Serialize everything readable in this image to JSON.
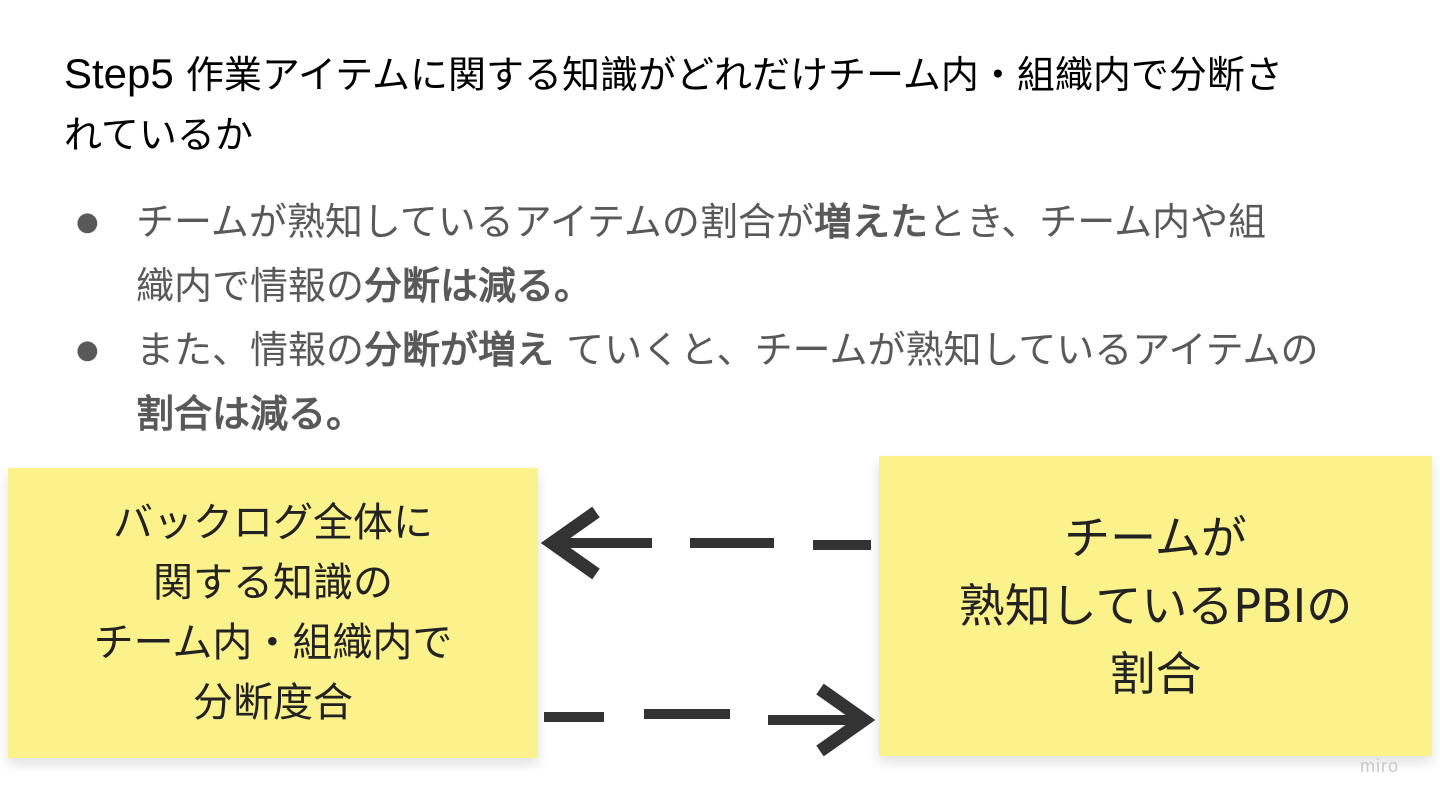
{
  "title": {
    "step": "Step5",
    "line1": "作業アイテムに関する知識がどれだけチーム内・組織内で分断さ",
    "line2": "れているか"
  },
  "bullets": [
    {
      "marker": "●",
      "parts": [
        {
          "text": "チームが熟知しているアイテムの割合が",
          "bold": false
        },
        {
          "text": "増えた",
          "bold": true
        },
        {
          "text": "とき、チーム内や組",
          "bold": false
        },
        {
          "text": "織内で情報の",
          "bold": false
        },
        {
          "text": "分断は減る。",
          "bold": true
        }
      ]
    },
    {
      "marker": "●",
      "parts": [
        {
          "text": "また、情報の",
          "bold": false
        },
        {
          "text": "分断が増え",
          "bold": true
        },
        {
          "text": " ていくと、チームが熟知しているアイテムの",
          "bold": false
        },
        {
          "text": "割合は減る。",
          "bold": true
        }
      ]
    }
  ],
  "sticky_left": {
    "lines": [
      "バックログ全体に",
      "関する知識の",
      "チーム内・組織内で",
      "分断度合"
    ],
    "color": "#fbf28c"
  },
  "sticky_right": {
    "lines": [
      "チームが",
      "熟知しているPBIの",
      "割合"
    ],
    "color": "#fbf28c"
  },
  "arrows": {
    "top": "arrow-left-dashed",
    "bottom": "arrow-right-dashed",
    "color": "#333333"
  },
  "watermark": "miro"
}
